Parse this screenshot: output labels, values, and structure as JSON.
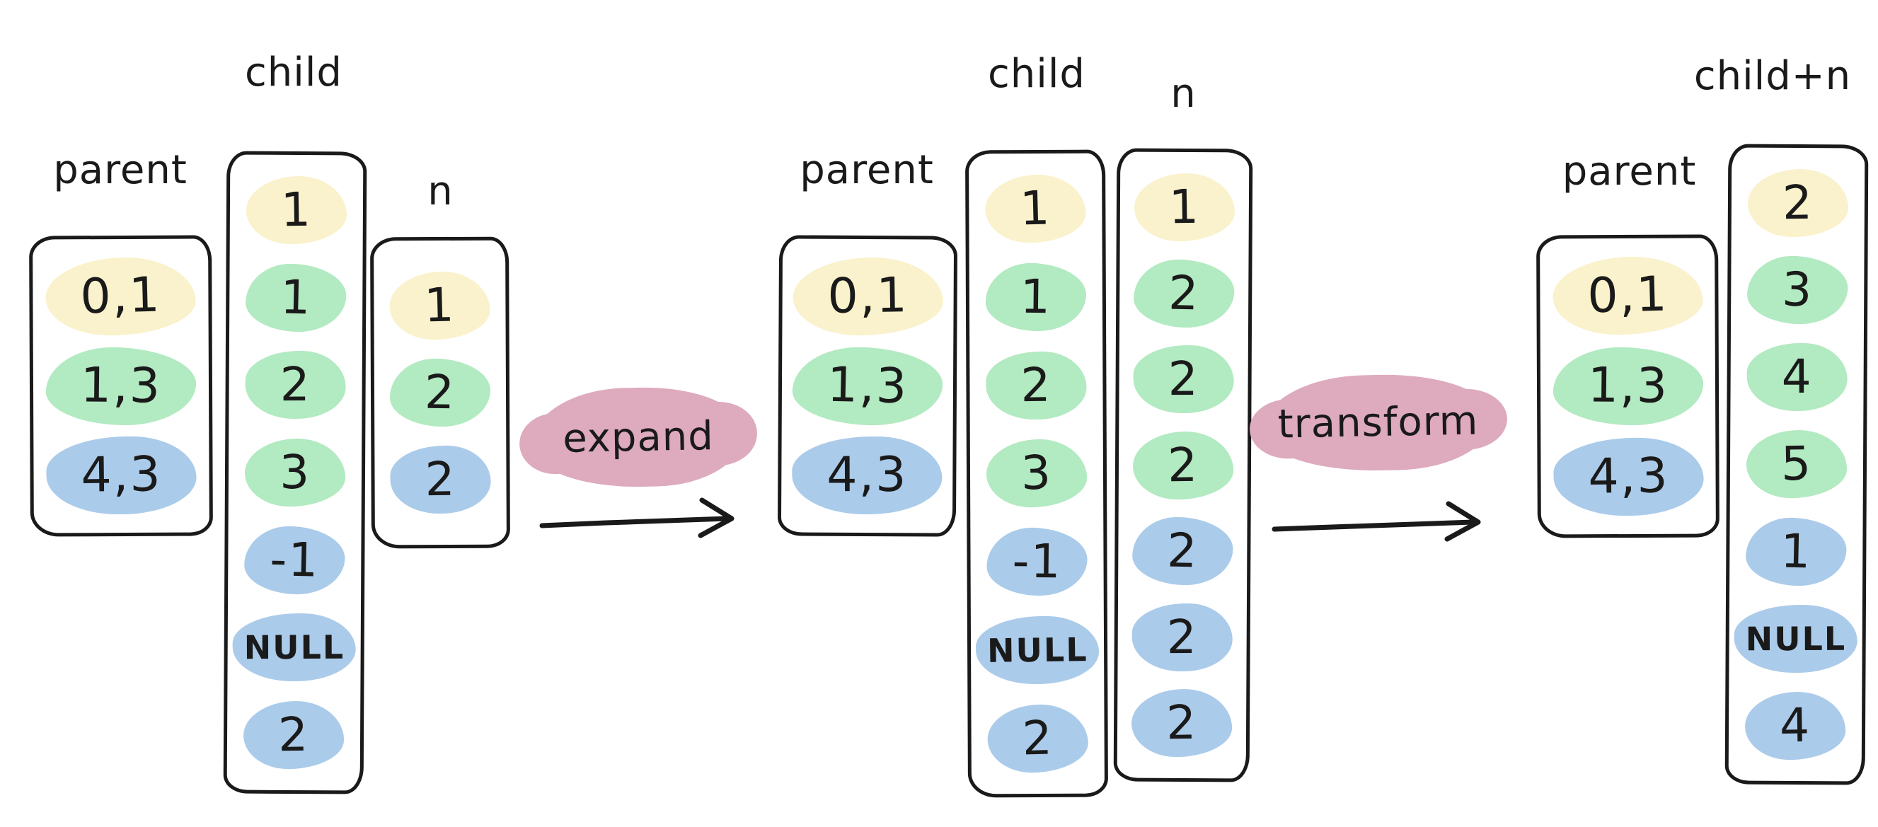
{
  "colors": {
    "yellow": "#FAF2CC",
    "green": "#B2EAC1",
    "blue": "#ABCBEA",
    "pink": "#DEAABE",
    "ink": "#1A1A1A"
  },
  "arrows": [
    {
      "label": "expand"
    },
    {
      "label": "transform"
    }
  ],
  "groups": [
    {
      "name": "input",
      "columns": [
        {
          "label": "parent",
          "rows": [
            {
              "text": "0,1",
              "hl": "yellow"
            },
            {
              "text": "1,3",
              "hl": "green"
            },
            {
              "text": "4,3",
              "hl": "blue"
            }
          ]
        },
        {
          "label": "child",
          "rows": [
            {
              "text": "1",
              "hl": "yellow"
            },
            {
              "text": "1",
              "hl": "green"
            },
            {
              "text": "2",
              "hl": "green"
            },
            {
              "text": "3",
              "hl": "green"
            },
            {
              "text": "-1",
              "hl": "blue"
            },
            {
              "text": "NULL",
              "hl": "blue"
            },
            {
              "text": "2",
              "hl": "blue"
            }
          ]
        },
        {
          "label": "n",
          "rows": [
            {
              "text": "1",
              "hl": "yellow"
            },
            {
              "text": "2",
              "hl": "green"
            },
            {
              "text": "2",
              "hl": "blue"
            }
          ]
        }
      ]
    },
    {
      "name": "expanded",
      "columns": [
        {
          "label": "parent",
          "rows": [
            {
              "text": "0,1",
              "hl": "yellow"
            },
            {
              "text": "1,3",
              "hl": "green"
            },
            {
              "text": "4,3",
              "hl": "blue"
            }
          ]
        },
        {
          "label": "child",
          "rows": [
            {
              "text": "1",
              "hl": "yellow"
            },
            {
              "text": "1",
              "hl": "green"
            },
            {
              "text": "2",
              "hl": "green"
            },
            {
              "text": "3",
              "hl": "green"
            },
            {
              "text": "-1",
              "hl": "blue"
            },
            {
              "text": "NULL",
              "hl": "blue"
            },
            {
              "text": "2",
              "hl": "blue"
            }
          ]
        },
        {
          "label": "n",
          "rows": [
            {
              "text": "1",
              "hl": "yellow"
            },
            {
              "text": "2",
              "hl": "green"
            },
            {
              "text": "2",
              "hl": "green"
            },
            {
              "text": "2",
              "hl": "green"
            },
            {
              "text": "2",
              "hl": "blue"
            },
            {
              "text": "2",
              "hl": "blue"
            },
            {
              "text": "2",
              "hl": "blue"
            }
          ]
        }
      ]
    },
    {
      "name": "result",
      "columns": [
        {
          "label": "parent",
          "rows": [
            {
              "text": "0,1",
              "hl": "yellow"
            },
            {
              "text": "1,3",
              "hl": "green"
            },
            {
              "text": "4,3",
              "hl": "blue"
            }
          ]
        },
        {
          "label": "child+n",
          "rows": [
            {
              "text": "2",
              "hl": "yellow"
            },
            {
              "text": "3",
              "hl": "green"
            },
            {
              "text": "4",
              "hl": "green"
            },
            {
              "text": "5",
              "hl": "green"
            },
            {
              "text": "1",
              "hl": "blue"
            },
            {
              "text": "NULL",
              "hl": "blue"
            },
            {
              "text": "4",
              "hl": "blue"
            }
          ]
        }
      ]
    }
  ]
}
